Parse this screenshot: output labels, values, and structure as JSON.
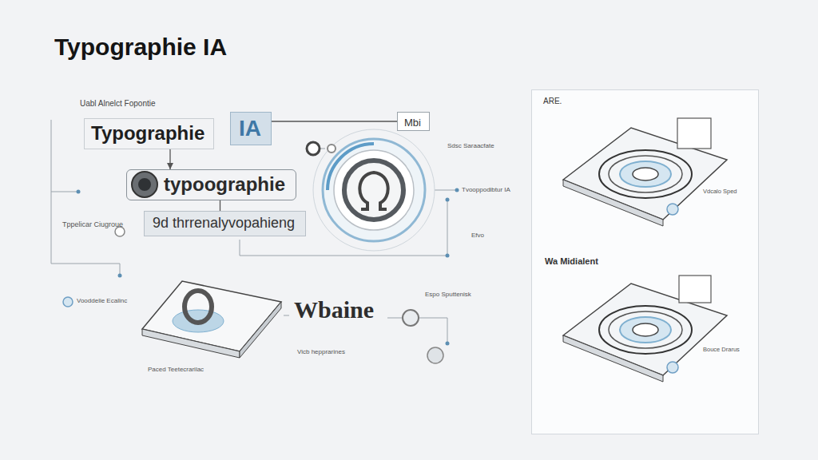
{
  "diagram": {
    "title": "Typographie IA",
    "nodes": [
      {
        "text": [
          "Typographie"
        ]
      },
      {
        "text": [
          "IA"
        ]
      },
      {
        "text": [
          "typoographie"
        ]
      },
      {
        "text": [
          "9d thrrenalyvopahieng"
        ]
      },
      {
        "text": [
          "Mbi"
        ]
      },
      {
        "text": [
          "ARE.",
          "Wa Midialent"
        ]
      }
    ],
    "edges": [
      {
        "from": 0,
        "to": 2,
        "arrow": "to"
      },
      {
        "from": 2,
        "to": 3,
        "arrow": "none"
      },
      {
        "from": 1,
        "to": 4,
        "arrow": "none"
      }
    ],
    "labels": [
      "Uabl Alnelct Fopontie",
      "Tppelicar Ciugroue",
      "Vooddelie Ecalinc",
      "Paced Teetecrarilac",
      "Vicb hepprarines",
      "Espo Sputtenisk",
      "Tvooppodibtur IA",
      "Wbaine",
      "Sdsc Saraacfate",
      "Efvo",
      "Vdcalo Sped",
      "Bouce Drarus"
    ]
  }
}
